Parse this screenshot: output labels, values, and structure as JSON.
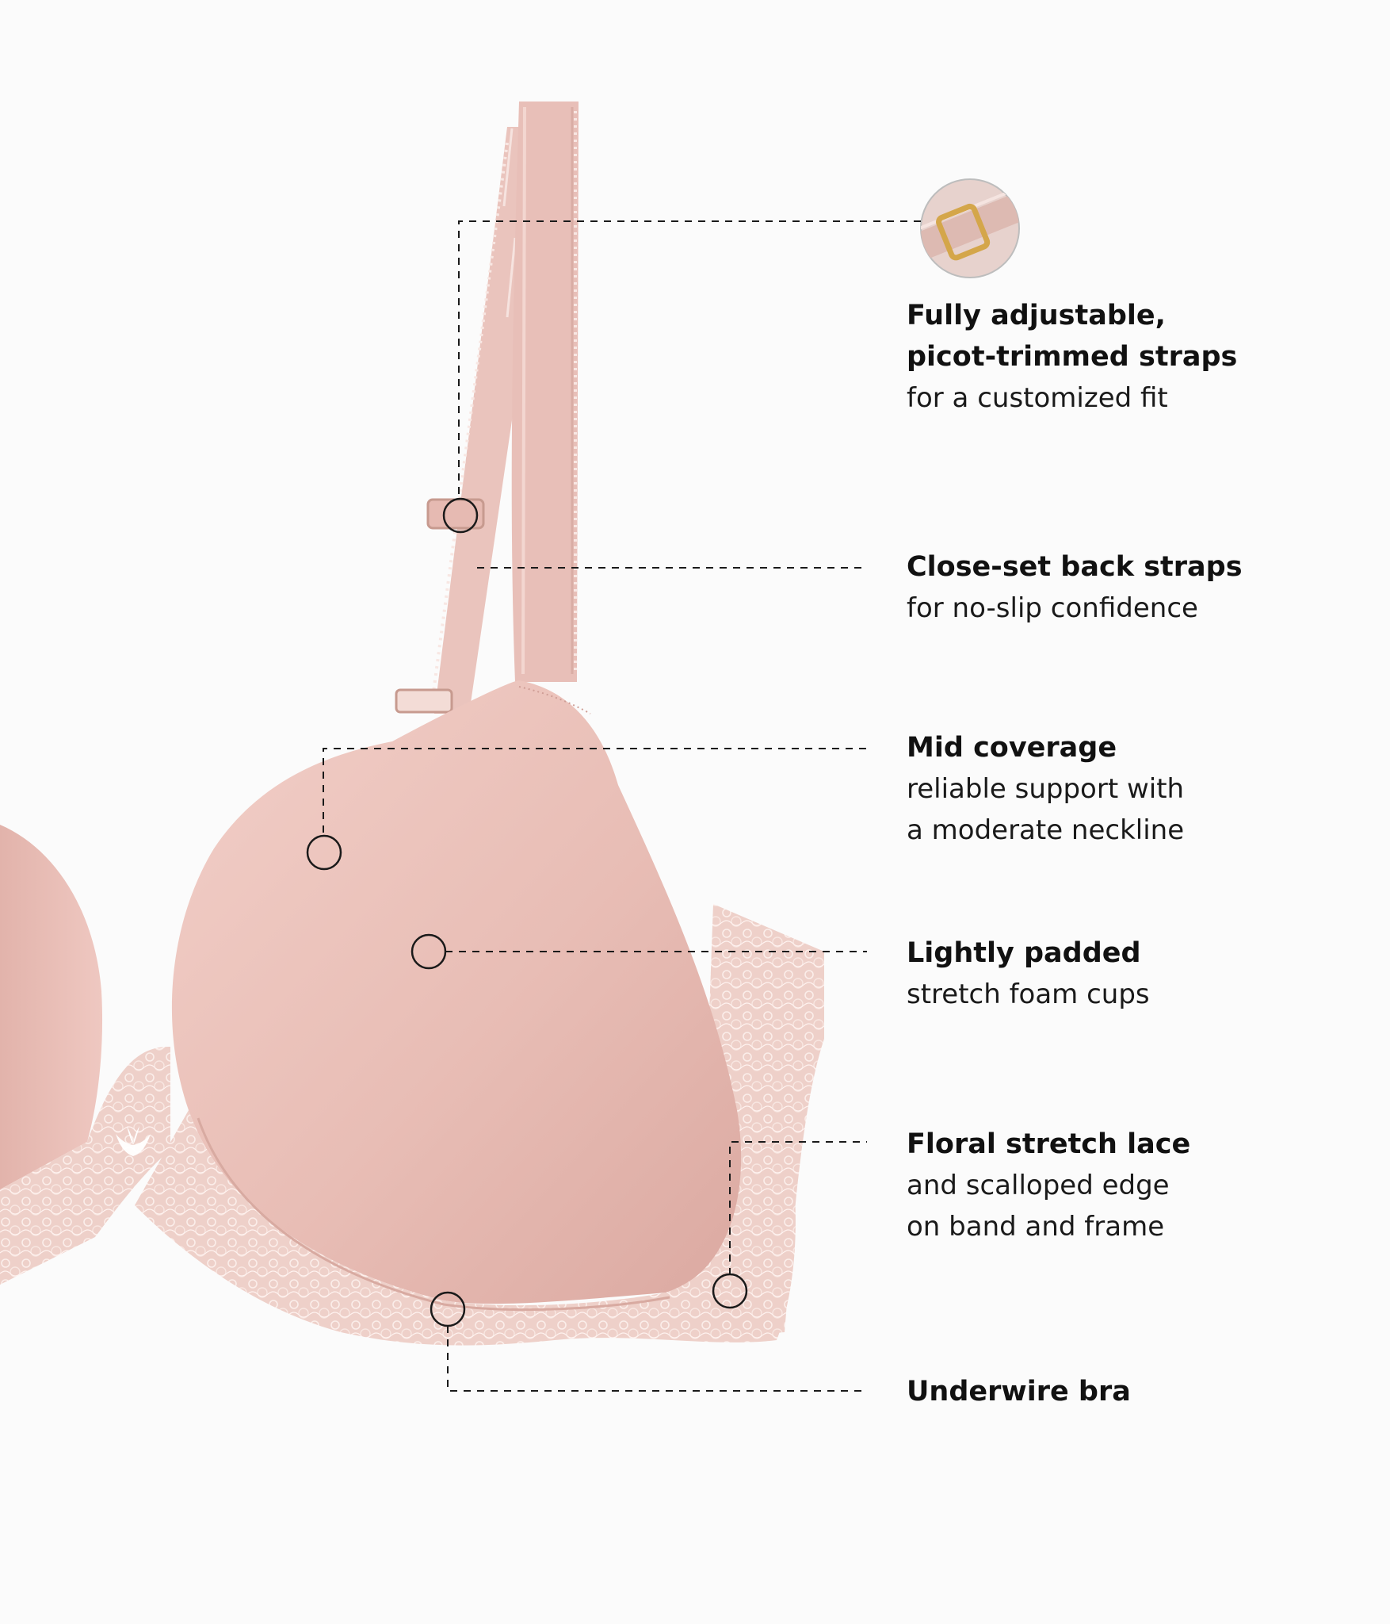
{
  "colors": {
    "background": "#fbfbfb",
    "fabric": "#e9c2bb",
    "fabric_shadow": "#d9aaa2",
    "lace": "#f1d9d3",
    "callout_line": "#1a1a1a"
  },
  "product": {
    "logo_icon": "lotus-logo-icon",
    "inset_icon": "strap-slider-detail-image"
  },
  "features": [
    {
      "title_lines": [
        "Fully adjustable,",
        "picot-trimmed straps"
      ],
      "body_lines": [
        "for a customized fit"
      ]
    },
    {
      "title_lines": [
        "Close-set back straps"
      ],
      "body_lines": [
        "for no-slip confidence"
      ]
    },
    {
      "title_lines": [
        "Mid coverage"
      ],
      "body_lines": [
        "reliable support with",
        "a moderate neckline"
      ]
    },
    {
      "title_lines": [
        "Lightly padded"
      ],
      "body_lines": [
        "stretch foam cups"
      ]
    },
    {
      "title_lines": [
        "Floral stretch lace"
      ],
      "body_lines": [
        "and scalloped edge",
        "on band and frame"
      ]
    },
    {
      "title_lines": [
        "Underwire bra"
      ],
      "body_lines": []
    }
  ]
}
